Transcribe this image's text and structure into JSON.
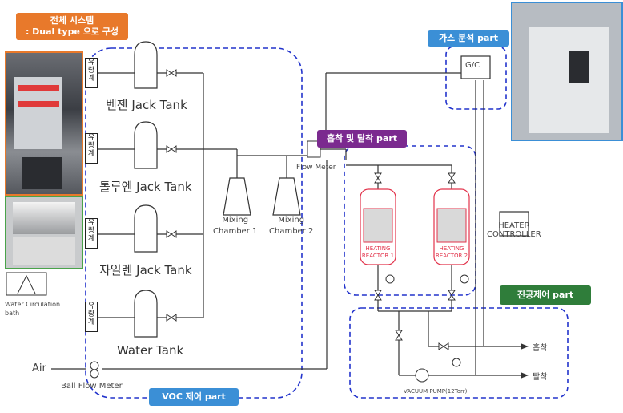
{
  "parts": {
    "system_title": "전체 시스템",
    "system_subtitle": ": Dual type 으로 구성",
    "gas": "가스 분석 part",
    "adsorb": "흡착 및 탈착 part",
    "vacuum": "진공제어 part",
    "voc": "VOC 제어 part"
  },
  "tanks": [
    {
      "label": "벤젠 Jack Tank"
    },
    {
      "label": "톨루엔 Jack Tank"
    },
    {
      "label": "자일렌 Jack Tank"
    },
    {
      "label": "Water Tank"
    }
  ],
  "meter_label": "유량계",
  "mixing1": [
    "Mixing",
    "Chamber 1"
  ],
  "mixing2": [
    "Mixing",
    "Chamber 2"
  ],
  "flow_meter": "Flow Meter",
  "gc": "G/C",
  "reactor": [
    "HEATING",
    "REACTOR 1",
    "HEATING",
    "REACTOR 2"
  ],
  "heater": [
    "HEATER",
    "CONTROLLER"
  ],
  "outputs": {
    "adsorb": "흡착",
    "desorb": "탈착"
  },
  "air": "Air",
  "ball_flow_meter": "Ball Flow Meter",
  "vacuum_pump": "VACUUM PUMP(12Torr)",
  "water_bath": [
    "Water Circulation",
    "bath"
  ],
  "colors": {
    "orange": "#e8792b",
    "purple": "#7b2a8f",
    "blue": "#3b8fd6",
    "green": "#2f7d3a",
    "dash": "#2233cc",
    "red": "#e2334b"
  }
}
